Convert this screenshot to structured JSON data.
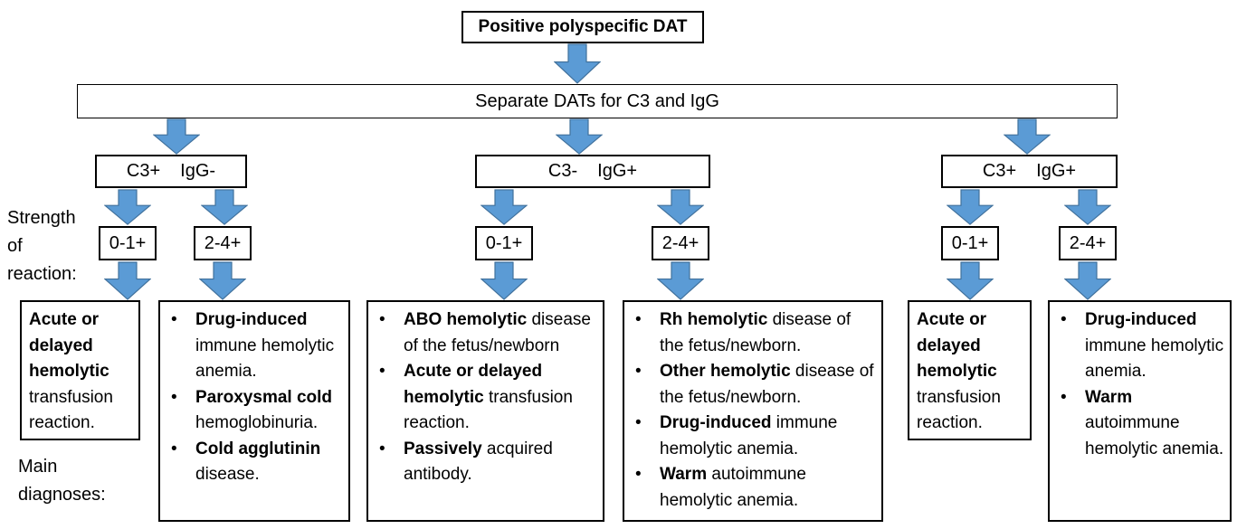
{
  "colors": {
    "background": "#FFFFFF",
    "box_border": "#000000",
    "text": "#000000",
    "arrow_fill": "#5B9BD5",
    "arrow_stroke": "#41719C"
  },
  "header": {
    "top_box": "Positive polyspecific DAT",
    "separate_box": "Separate DATs for C3 and IgG"
  },
  "side_labels": {
    "strength": "Strength\nof\nreaction:",
    "main_diagnoses": "Main\ndiagnoses:"
  },
  "branches": [
    {
      "c3": "C3+",
      "igg": "IgG-"
    },
    {
      "c3": "C3-",
      "igg": "IgG+"
    },
    {
      "c3": "C3+",
      "igg": "IgG+"
    }
  ],
  "strength_labels": [
    "0-1+",
    "2-4+",
    "0-1+",
    "2-4+",
    "0-1+",
    "2-4+"
  ],
  "diagnosis_boxes": [
    {
      "bulleted": false,
      "items": [
        {
          "segments": [
            {
              "text": "Acute or delayed hemolytic",
              "bold": true
            },
            {
              "text": " transfusion reaction.",
              "bold": false
            }
          ]
        }
      ]
    },
    {
      "bulleted": true,
      "items": [
        {
          "segments": [
            {
              "text": "Drug-induced",
              "bold": true
            },
            {
              "text": " immune hemolytic anemia.",
              "bold": false
            }
          ]
        },
        {
          "segments": [
            {
              "text": "Paroxysmal cold",
              "bold": true
            },
            {
              "text": " hemoglobinuria.",
              "bold": false
            }
          ]
        },
        {
          "segments": [
            {
              "text": "Cold agglutinin",
              "bold": true
            },
            {
              "text": " disease.",
              "bold": false
            }
          ]
        }
      ]
    },
    {
      "bulleted": true,
      "items": [
        {
          "segments": [
            {
              "text": "ABO hemolytic",
              "bold": true
            },
            {
              "text": " disease of the fetus/newborn",
              "bold": false
            }
          ]
        },
        {
          "segments": [
            {
              "text": "Acute or delayed hemolytic",
              "bold": true
            },
            {
              "text": " transfusion reaction.",
              "bold": false
            }
          ]
        },
        {
          "segments": [
            {
              "text": "Passively",
              "bold": true
            },
            {
              "text": " acquired antibody.",
              "bold": false
            }
          ]
        }
      ]
    },
    {
      "bulleted": true,
      "items": [
        {
          "segments": [
            {
              "text": "Rh hemolytic",
              "bold": true
            },
            {
              "text": " disease of the fetus/newborn.",
              "bold": false
            }
          ]
        },
        {
          "segments": [
            {
              "text": "Other hemolytic",
              "bold": true
            },
            {
              "text": " disease of the fetus/newborn.",
              "bold": false
            }
          ]
        },
        {
          "segments": [
            {
              "text": "Drug-induced",
              "bold": true
            },
            {
              "text": " immune hemolytic anemia.",
              "bold": false
            }
          ]
        },
        {
          "segments": [
            {
              "text": "Warm",
              "bold": true
            },
            {
              "text": " autoimmune hemolytic anemia.",
              "bold": false
            }
          ]
        }
      ]
    },
    {
      "bulleted": false,
      "items": [
        {
          "segments": [
            {
              "text": "Acute or delayed hemolytic",
              "bold": true
            },
            {
              "text": " transfusion reaction.",
              "bold": false
            }
          ]
        }
      ]
    },
    {
      "bulleted": true,
      "items": [
        {
          "segments": [
            {
              "text": "Drug-induced",
              "bold": true
            },
            {
              "text": " immune hemolytic anemia.",
              "bold": false
            }
          ]
        },
        {
          "segments": [
            {
              "text": "Warm",
              "bold": true
            },
            {
              "text": " autoimmune hemolytic anemia.",
              "bold": false
            }
          ]
        }
      ]
    }
  ]
}
